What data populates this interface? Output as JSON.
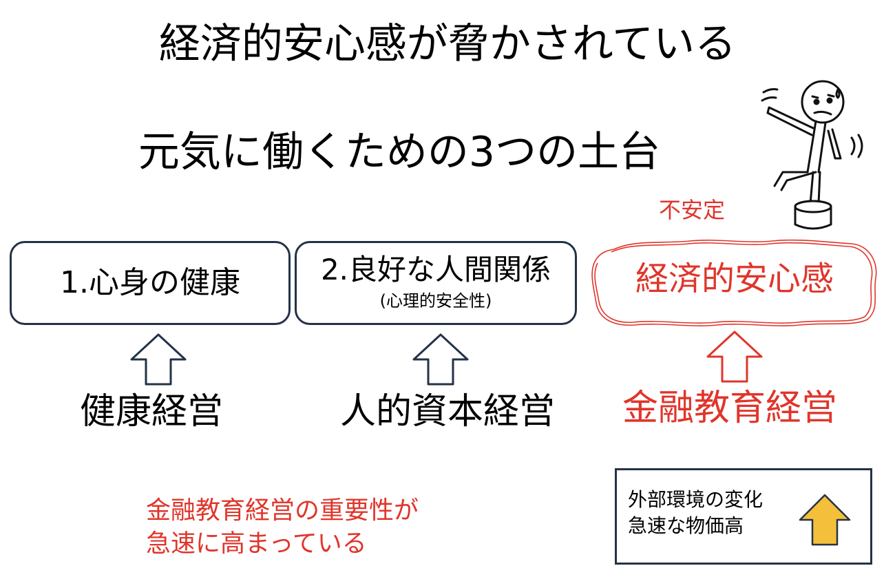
{
  "headline": "経済的安心感が脅かされている",
  "subtitle": "元気に働くための3つの土台",
  "foundations": [
    {
      "title": "1.心身の健康",
      "note": ""
    },
    {
      "title": "2.良好な人間関係",
      "note": "(心理的安全性)"
    },
    {
      "title": "経済的安心感",
      "note": ""
    }
  ],
  "unstable_label": "不安定",
  "managements": [
    "健康経営",
    "人的資本経営",
    "金融教育経営"
  ],
  "importance_note": {
    "line1": "金融教育経営の重要性が",
    "line2": "急速に高まっている"
  },
  "external": {
    "line1": "外部環境の変化",
    "line2": "急速な物価高"
  },
  "colors": {
    "accent_red": "#e0352b",
    "box_border": "#233247",
    "arrow_outline": "#233247",
    "arrow_yellow": "#f4bf3a"
  },
  "icons": [
    "up-arrow-icon",
    "stumbling-person-icon",
    "cloud-outline-icon"
  ]
}
